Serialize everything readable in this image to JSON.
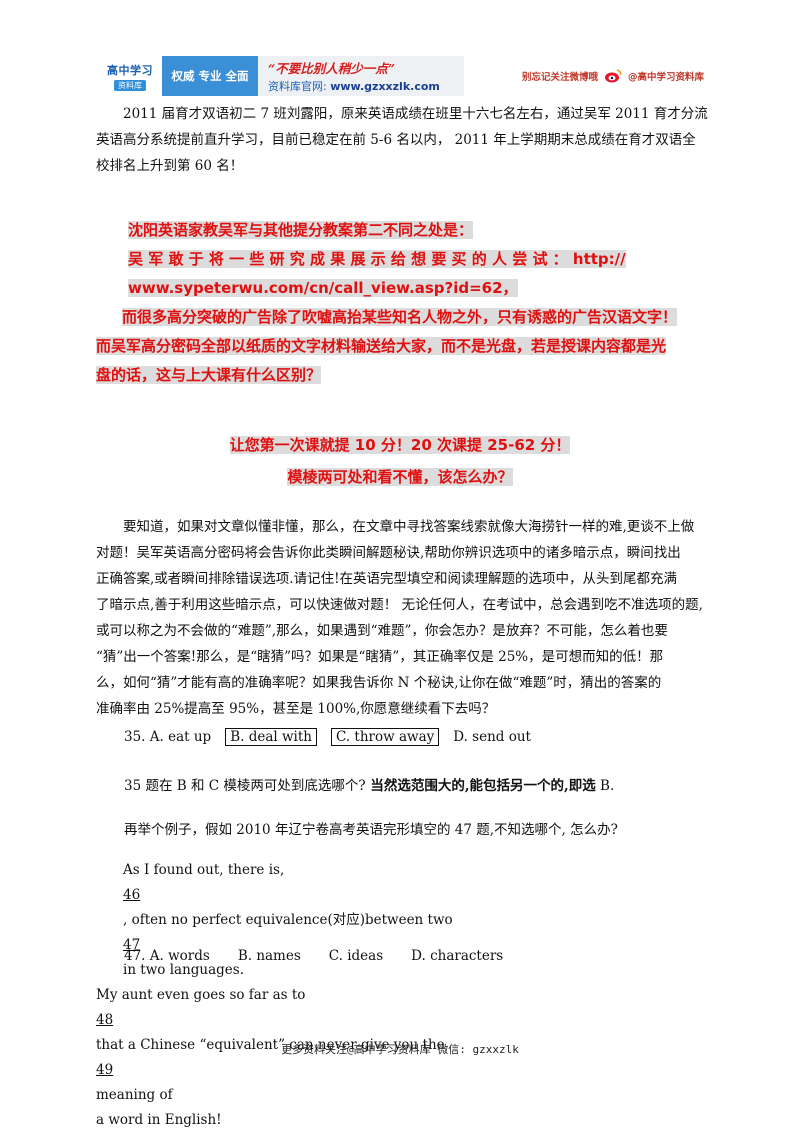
{
  "banner": {
    "logo_top": "高中学习",
    "logo_bottom": "资料库",
    "tagline": "权威 专业 全面",
    "slogan": "“不要比别人稍少一点”",
    "site": "资料库官网:",
    "site_url": "www.gzxxzlk.com",
    "follow": "别忘记关注微博哦",
    "weibo": "@高中学习资料库"
  },
  "p1": [
    "2011 届育才双语初二 7 班刘露阳，原来英语成绩在班里十六七名左右，通过吴军 2011 育才分流",
    "英语高分系统提前直升学习，目前已稳定在前 5-6 名以内，  2011 年上学期期末总成绩在育才双语全",
    "校排名上升到第 60 名！"
  ],
  "red_block": [
    "沈阳英语家教吴军与其他提分教案第二不同之处是：",
    "吴 军 敢 于 将 一 些 研 究 成 果 展 示 给 想 要 买 的 人 尝 试 ：  http://",
    "www.sypeterwu.com/cn/call_view.asp?id=62，",
    "而很多高分突破的广告除了吹嘘高抬某些知名人物之外，只有诱惑的广告汉语文字！",
    "而吴军高分密码全部以纸质的文字材料输送给大家，而不是光盘，若是授课内容都是光",
    "盘的话，这与上大课有什么区别？"
  ],
  "headline1": "让您第一次课就提 10 分！20 次课提 25-62 分！",
  "headline2": "模棱两可处和看不懂，该怎么办？",
  "p2": [
    "要知道，如果对文章似懂非懂，那么，在文章中寻找答案线索就像大海捞针一样的难,更谈不上做",
    "对题！吴军英语高分密码将会告诉你此类瞬间解题秘诀,帮助你辨识选项中的诸多暗示点，瞬间找出",
    "正确答案,或者瞬间排除错误选项.请记住!在英语完型填空和阅读理解题的选项中，从头到尾都充满",
    "了暗示点,善于利用这些暗示点，可以快速做对题！ 无论任何人，在考试中，总会遇到吃不准选项的题,",
    "或可以称之为不会做的“难题”,那么，如果遇到“难题”，你会怎办？是放弃？不可能，怎么着也要",
    "“猜”出一个答案!那么，是“瞎猜”吗？如果是“瞎猜”，其正确率仅是 25%，是可想而知的低！那",
    "么，如何“猜”才能有高的准确率呢？如果我告诉你 N 个秘诀,让你在做“难题”时，猜出的答案的",
    "准确率由 25%提高至 95%，甚至是 100%,你愿意继续看下去吗？"
  ],
  "q35": {
    "num": "35. A. eat up",
    "b": "B. deal with",
    "c": "C. throw away",
    "d": "D. send out"
  },
  "q35_note": {
    "text": "35 题在 B 和 C 模棱两可处到底选哪个?",
    "bold": " 当然选范围大的,能包括另一个的,即选",
    "ans": " B."
  },
  "example": "再举个例子，假如 2010 年辽宁卷高考英语完形填空的 47 题,不知选哪个, 怎么办?",
  "passage": [
    {
      "pre": "As I found out, there is,",
      "b1": "  46  ",
      "mid": ", often no perfect equivalence(对应)between two",
      "b2": "  47  ",
      "post": " in two languages."
    },
    {
      "pre": "My aunt even goes so far as to ",
      "b1": "  48  ",
      "mid": " that a Chinese “equivalent” can never give you the",
      "b2": "  49  ",
      "post": " meaning of"
    },
    {
      "pre": "a word in English!"
    }
  ],
  "q47": {
    "a": "47. A. words",
    "b": "B. names",
    "c": "C. ideas",
    "d": "D. characters"
  },
  "footer": "更多资料关注@高中学习资料库  微信: gzxxzlk"
}
